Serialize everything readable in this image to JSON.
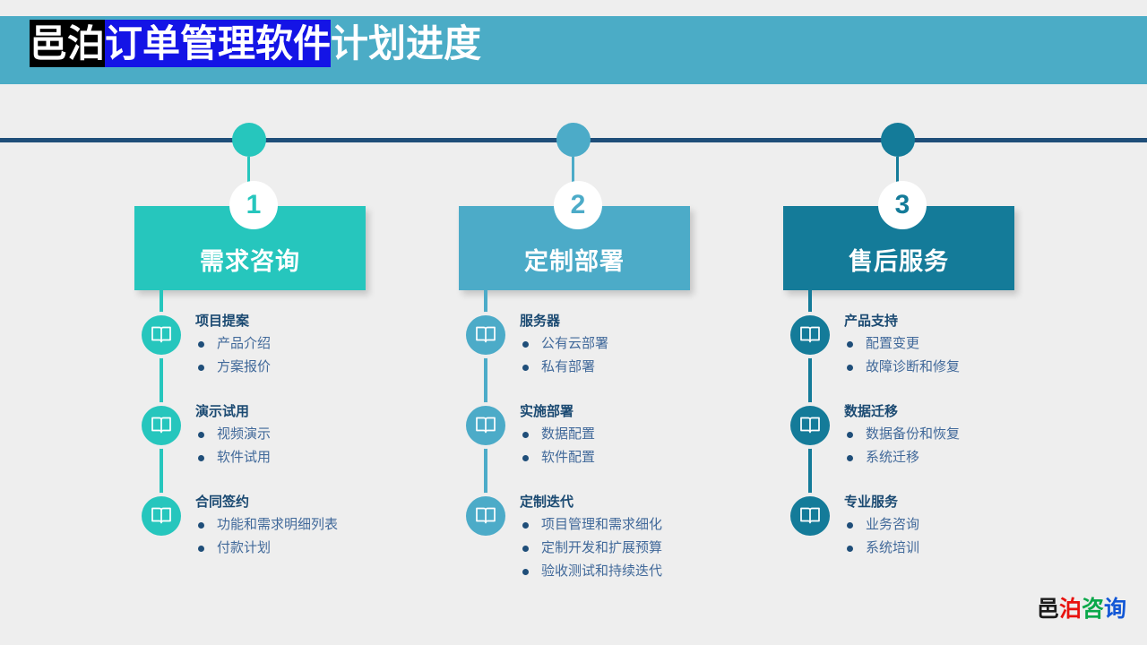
{
  "header": {
    "title_segments": [
      {
        "text": "邑泊",
        "style": "black"
      },
      {
        "text": "订单管理软件",
        "style": "blue"
      },
      {
        "text": "计划进度",
        "style": "plain"
      }
    ],
    "background_color": "#4bacc6"
  },
  "timeline": {
    "rail_color": "#1f4e79",
    "nodes": [
      "1",
      "2",
      "3"
    ]
  },
  "columns": [
    {
      "number": "1",
      "stage_label": "需求咨询",
      "accent_color": "#26c6bd",
      "details": [
        {
          "title": "项目提案",
          "icon": "book-icon",
          "bullets": [
            "产品介绍",
            "方案报价"
          ]
        },
        {
          "title": "演示试用",
          "icon": "book-icon",
          "bullets": [
            "视频演示",
            "软件试用"
          ]
        },
        {
          "title": "合同签约",
          "icon": "book-icon",
          "bullets": [
            "功能和需求明细列表",
            "付款计划"
          ]
        }
      ]
    },
    {
      "number": "2",
      "stage_label": "定制部署",
      "accent_color": "#4cabc8",
      "details": [
        {
          "title": "服务器",
          "icon": "book-icon",
          "bullets": [
            "公有云部署",
            "私有部署"
          ]
        },
        {
          "title": "实施部署",
          "icon": "book-icon",
          "bullets": [
            "数据配置",
            "软件配置"
          ]
        },
        {
          "title": "定制迭代",
          "icon": "book-icon",
          "bullets": [
            "项目管理和需求细化",
            "定制开发和扩展预算",
            "验收测试和持续迭代"
          ]
        }
      ]
    },
    {
      "number": "3",
      "stage_label": "售后服务",
      "accent_color": "#147b99",
      "details": [
        {
          "title": "产品支持",
          "icon": "book-icon",
          "bullets": [
            "配置变更",
            "故障诊断和修复"
          ]
        },
        {
          "title": "数据迁移",
          "icon": "book-icon",
          "bullets": [
            "数据备份和恢复",
            "系统迁移"
          ]
        },
        {
          "title": "专业服务",
          "icon": "book-icon",
          "bullets": [
            "业务咨询",
            "系统培训"
          ]
        }
      ]
    }
  ],
  "logo": {
    "characters": [
      {
        "text": "邑",
        "color": "#1a1a1a"
      },
      {
        "text": "泊",
        "color": "#e8120e"
      },
      {
        "text": "咨",
        "color": "#0aa84a"
      },
      {
        "text": "询",
        "color": "#1257d6"
      }
    ]
  }
}
